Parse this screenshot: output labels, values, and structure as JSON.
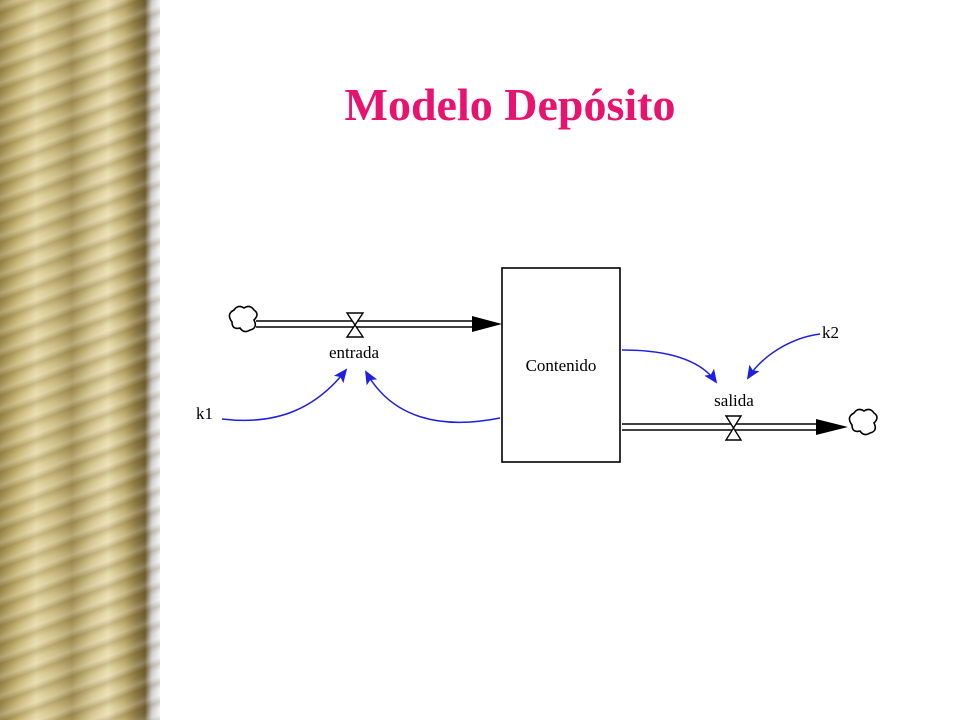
{
  "title": "Modelo Depósito",
  "colors": {
    "title": "#e8126f",
    "link": "#1f1fe0",
    "stroke": "#000000"
  },
  "diagram": {
    "stock": {
      "label": "Contenido"
    },
    "flows": [
      {
        "id": "entrada",
        "label": "entrada"
      },
      {
        "id": "salida",
        "label": "salida"
      }
    ],
    "constants": [
      {
        "id": "k1",
        "label": "k1"
      },
      {
        "id": "k2",
        "label": "k2"
      }
    ],
    "links": [
      {
        "from": "k1",
        "to": "entrada"
      },
      {
        "from": "Contenido",
        "to": "entrada"
      },
      {
        "from": "Contenido",
        "to": "salida"
      },
      {
        "from": "k2",
        "to": "salida"
      }
    ],
    "icons": [
      "source-cloud-icon",
      "sink-cloud-icon",
      "valve-icon"
    ]
  }
}
